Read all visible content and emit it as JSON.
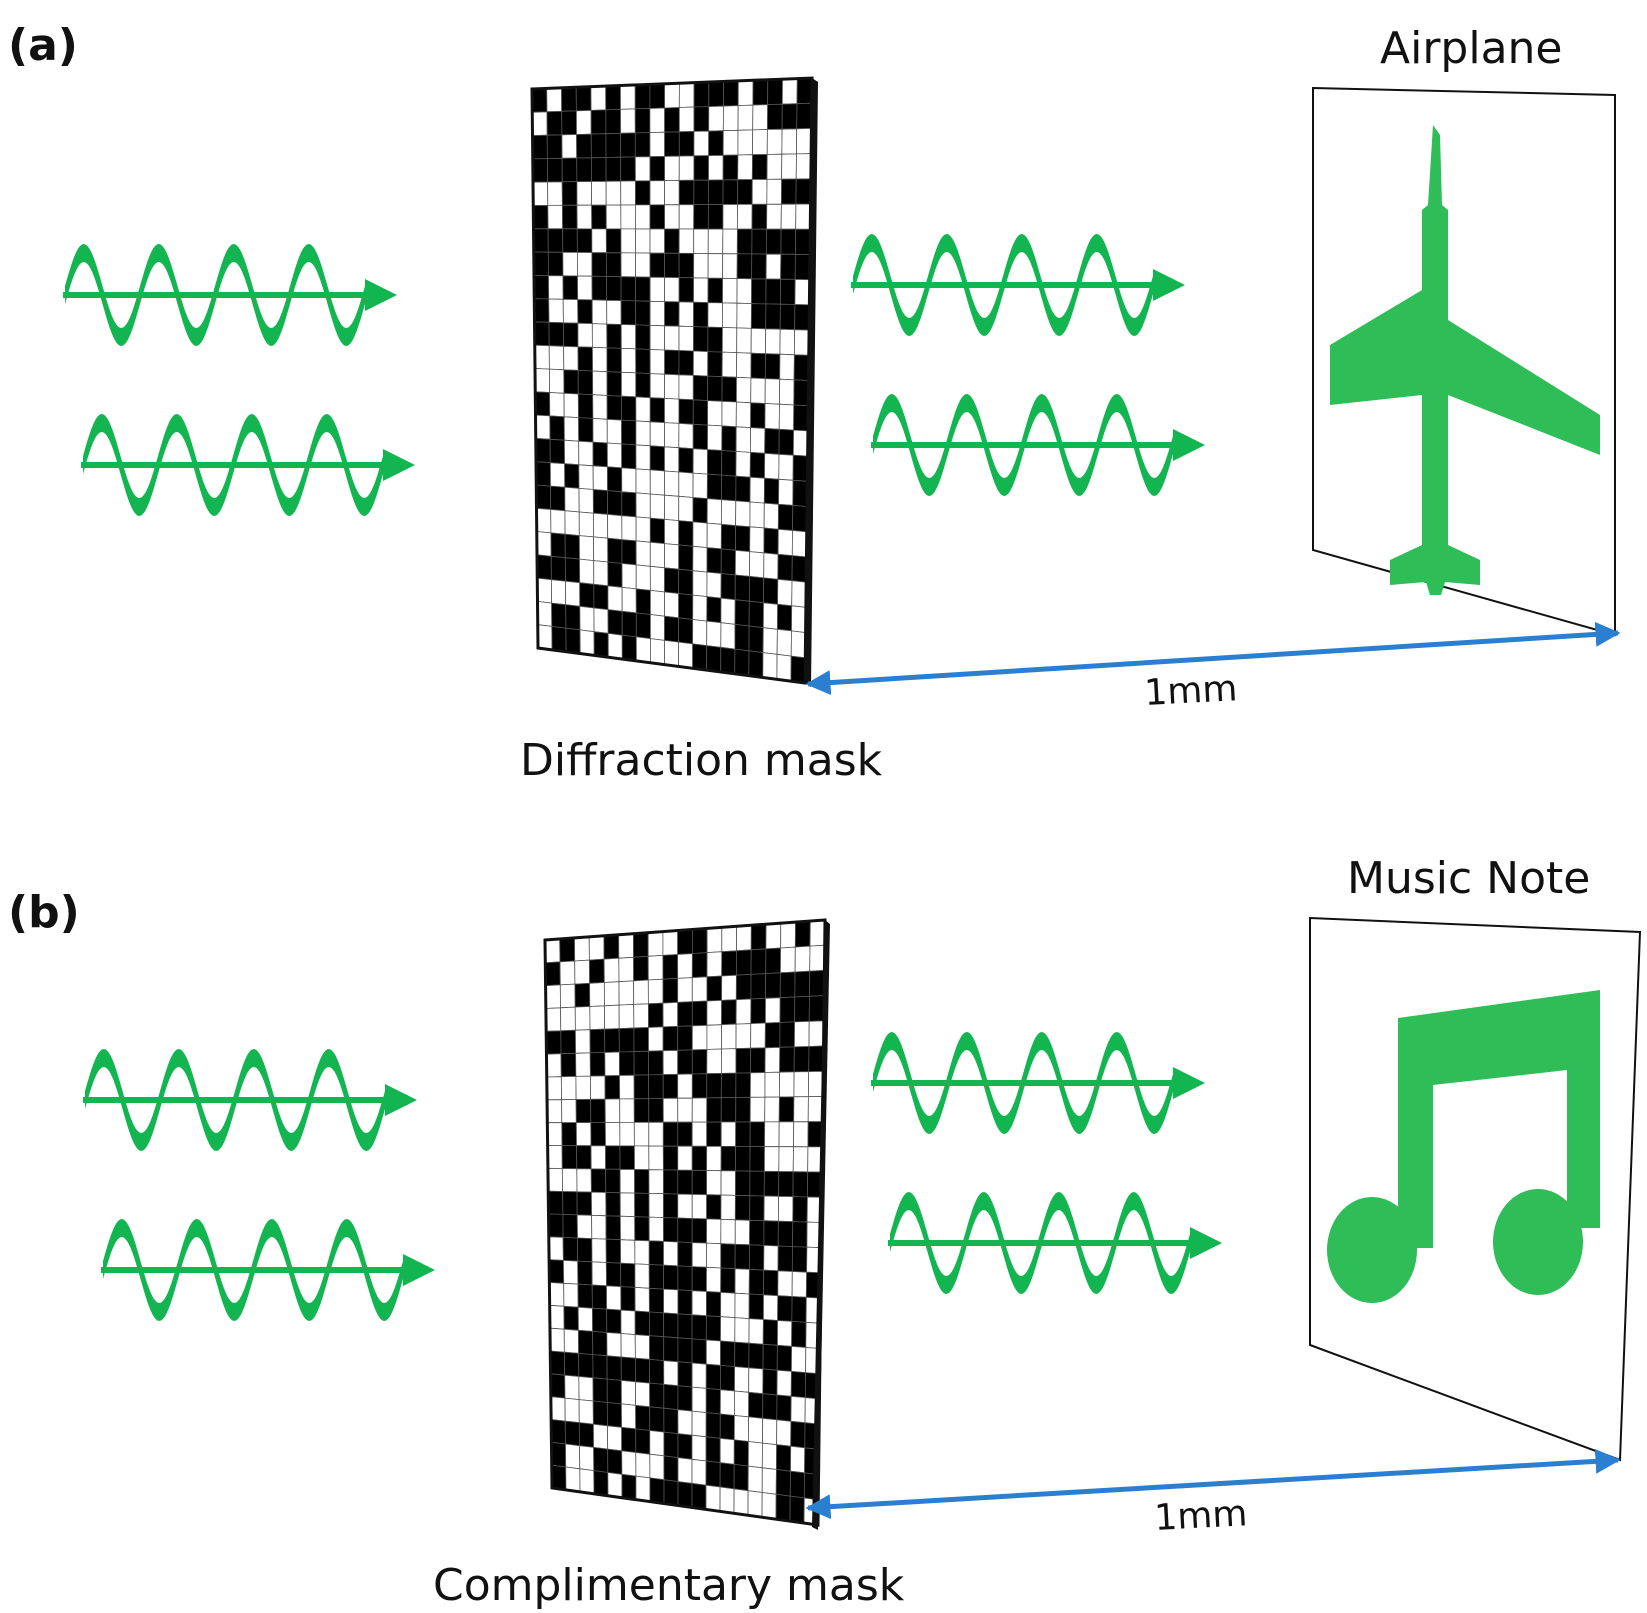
{
  "colors": {
    "wave": "#12b550",
    "target_shape": "#2ebd57",
    "distance_arrow": "#2b7fd0",
    "mask_dark": "#000000",
    "mask_light": "#ffffff"
  },
  "icons": [
    "sine-wave-arrow-icon",
    "airplane-icon",
    "music-note-icon"
  ],
  "panels": [
    {
      "label": "(a)",
      "mask_caption": "Diffraction mask",
      "target_title": "Airplane",
      "target_shape": "airplane",
      "distance_label": "1mm",
      "mask_grid": {
        "rows": 24,
        "cols": 19,
        "seed": 17
      }
    },
    {
      "label": "(b)",
      "mask_caption": "Complimentary mask",
      "target_title": "Music Note",
      "target_shape": "music-note",
      "distance_label": "1mm",
      "mask_grid": {
        "rows": 24,
        "cols": 19,
        "seed": 17,
        "inverted": true
      }
    }
  ]
}
